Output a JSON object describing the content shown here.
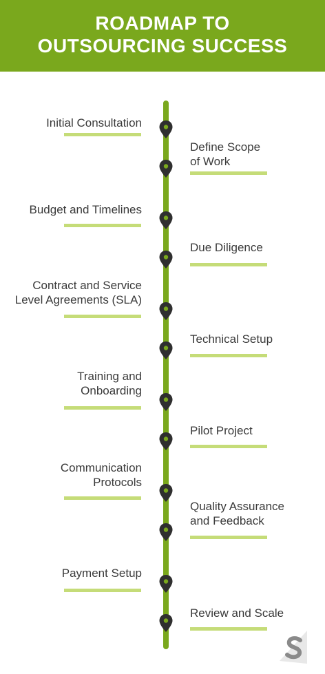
{
  "title": {
    "line1": "ROADMAP TO",
    "line2": "OUTSOURCING SUCCESS"
  },
  "steps": [
    {
      "side": "left",
      "lines": [
        "Initial Consultation"
      ]
    },
    {
      "side": "right",
      "lines": [
        "Define Scope",
        "of Work"
      ]
    },
    {
      "side": "left",
      "lines": [
        "Budget and Timelines"
      ]
    },
    {
      "side": "right",
      "lines": [
        "Due Diligence"
      ]
    },
    {
      "side": "left",
      "lines": [
        "Contract and Service",
        "Level Agreements (SLA)"
      ]
    },
    {
      "side": "right",
      "lines": [
        "Technical Setup"
      ]
    },
    {
      "side": "left",
      "lines": [
        "Training and",
        "Onboarding"
      ]
    },
    {
      "side": "right",
      "lines": [
        "Pilot Project"
      ]
    },
    {
      "side": "left",
      "lines": [
        "Communication",
        "Protocols"
      ]
    },
    {
      "side": "right",
      "lines": [
        "Quality Assurance",
        "and Feedback"
      ]
    },
    {
      "side": "left",
      "lines": [
        "Payment Setup"
      ]
    },
    {
      "side": "right",
      "lines": [
        "Review and Scale"
      ]
    }
  ],
  "colors": {
    "brand_green": "#7aa81d",
    "accent_light_green": "#c5dc78",
    "marker_dark": "#2f2f2f",
    "text": "#3a3a3a"
  },
  "icons": {
    "marker": "map-pin-icon",
    "logo": "brand-s-logo-icon"
  }
}
